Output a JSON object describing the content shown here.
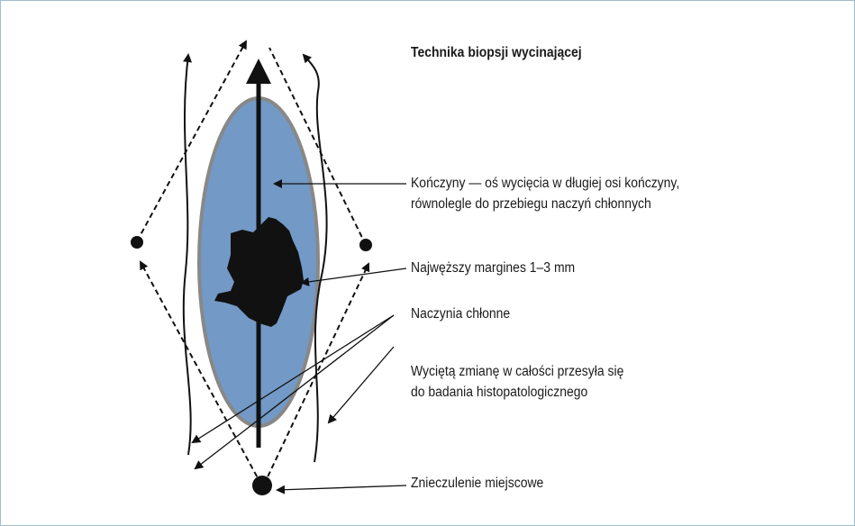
{
  "title": "Technika biopsji wycinającej",
  "labels": {
    "limb_axis_line1": "Kończyny — oś wycięcia w długiej osi kończyny,",
    "limb_axis_line2": "równolegle do przebiegu naczyń chłonnych",
    "margin": "Najwęższy margines 1–3 mm",
    "lymph_vessels": "Naczynia chłonne",
    "histo_line1": "Wyciętą zmianę w całości przesyła się",
    "histo_line2": "do badania histopatologicznego",
    "anesthesia": "Znieczulenie miejscowe"
  },
  "colors": {
    "ellipse_fill": "#7399c6",
    "ellipse_stroke": "#888888",
    "lesion": "#111111",
    "frame": "#9fbccf"
  }
}
